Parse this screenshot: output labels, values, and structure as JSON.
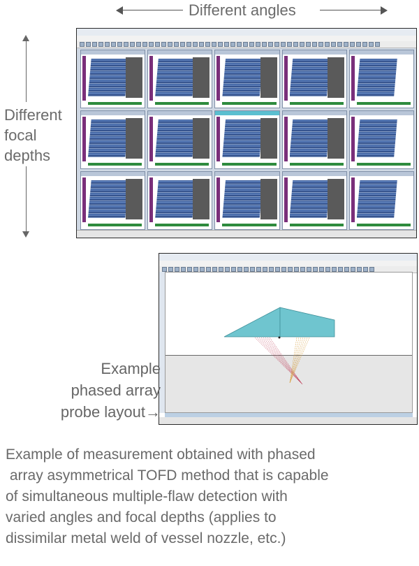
{
  "labels": {
    "angles": "Different angles",
    "focal_depths": "Different\nfocal\ndepths",
    "probe_layout": "Example\nphased array\nprobe layout→"
  },
  "caption": "Example of measurement obtained with phased\n array asymmetrical TOFD method that is capable\nof simultaneous multiple-flaw detection with\nvaried angles and focal depths (applies to\ndissimilar metal weld of vessel nozzle, etc.)",
  "top_window": {
    "title": "",
    "menu": "",
    "status": "",
    "selected_pane_row": 1,
    "selected_pane_col": 2
  },
  "bottom_window": {
    "title": "",
    "menu": "",
    "status": ""
  },
  "colors": {
    "scan_blue": "#2c4f90",
    "probe_cyan": "#6fc5cf",
    "beam_red": "#c0405a",
    "beam_orange": "#d8a040",
    "accent_purple": "#7a2f7a"
  }
}
